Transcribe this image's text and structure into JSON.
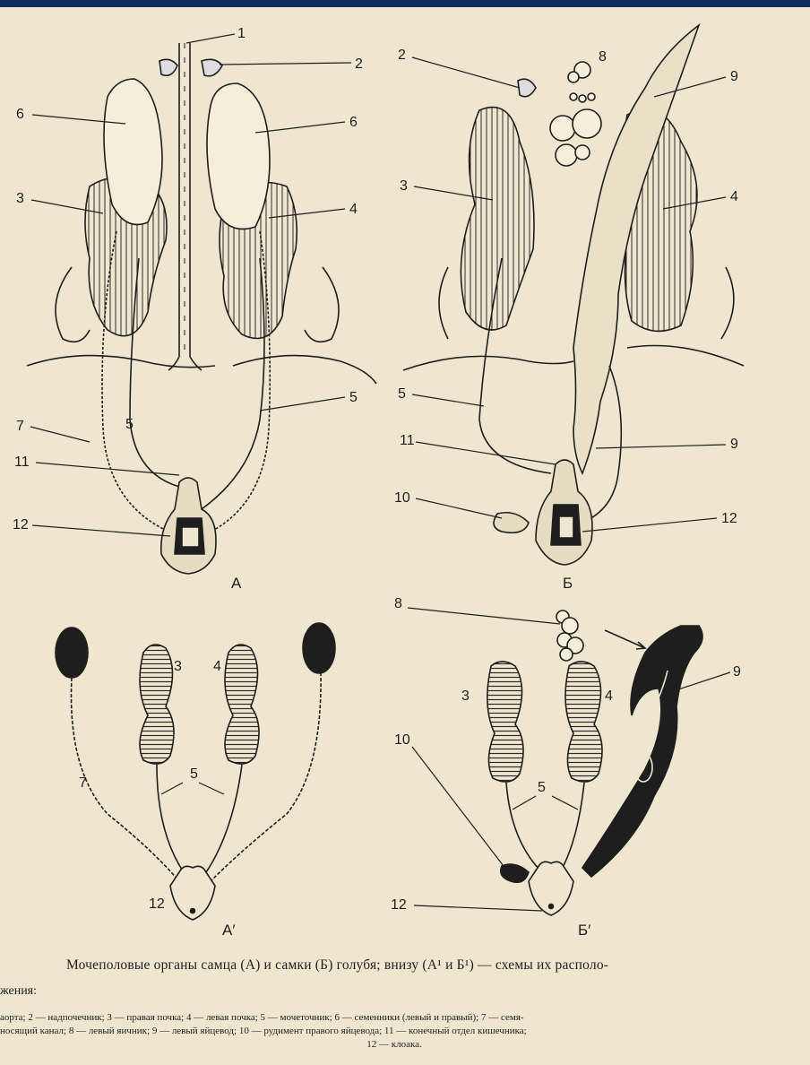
{
  "numbers": {
    "n1": "1",
    "n2": "2",
    "n3": "3",
    "n4": "4",
    "n5": "5",
    "n6": "6",
    "n7": "7",
    "n8": "8",
    "n9": "9",
    "n10": "10",
    "n11": "11",
    "n12": "12"
  },
  "panels": {
    "A": "А",
    "B": "Б",
    "A1": "А′",
    "B1": "Б′"
  },
  "caption": "Мочеполовые органы самца (А) и самки (Б) голубя; внизу (А¹ и Б¹) — схемы их располо-",
  "legend_head": "жения:",
  "legend_line1": "аорта; 2 — надпочечник; 3 — правая почка; 4 — левая почка; 5 — мочеточник; 6 — семенники (левый и правый); 7 — семя-",
  "legend_line2": "носящий канал; 8 — левый яичник; 9 — левый яйцевод; 10 — рудимент правого яйцевода; 11 — конечный отдел кишечника;",
  "legend_line3": "12 — клоака.",
  "colors": {
    "paper": "#efe6cf",
    "ink": "#1e1e1e",
    "frame": "#0d2a5e"
  }
}
